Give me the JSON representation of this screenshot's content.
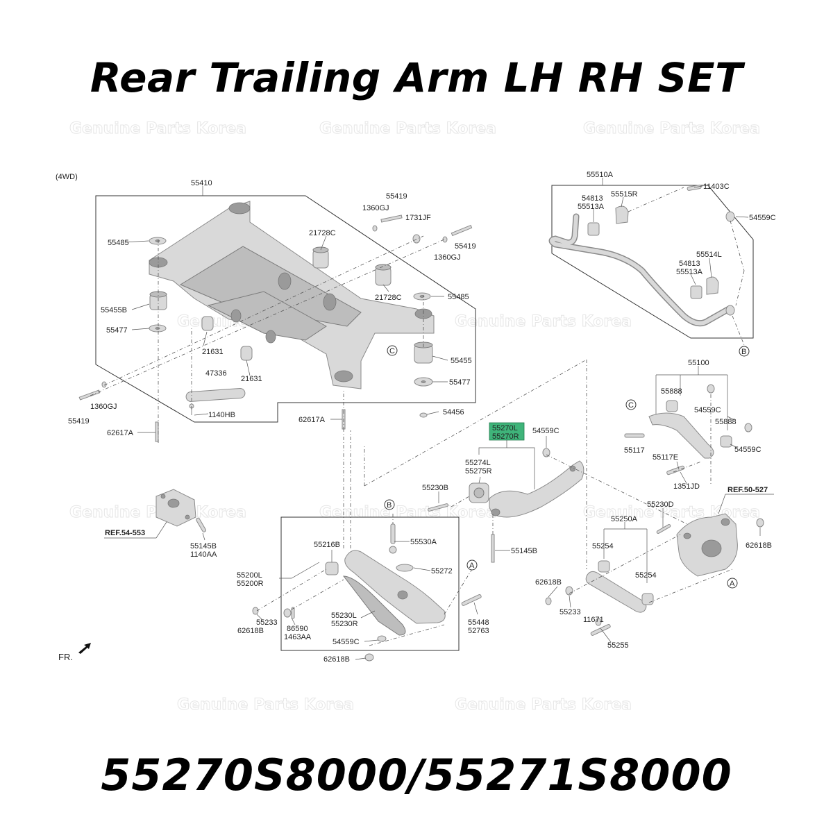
{
  "header": {
    "title": "Rear Trailing Arm LH RH SET"
  },
  "footer": {
    "part_numbers": "55270S8000/55271S8000"
  },
  "watermark": {
    "text": "Genuine Parts Korea"
  },
  "variant": "(4WD)",
  "direction_label": "FR.",
  "highlight_color": "#3fb47a",
  "highlighted_label": [
    "55270L",
    "55270R"
  ],
  "callouts": {
    "c55410": "55410",
    "c55419a": "55419",
    "c1360gja": "1360GJ",
    "c1731jf": "1731JF",
    "c55419b": "55419",
    "c1360gjb": "1360GJ",
    "c55485a": "55485",
    "c21728ca": "21728C",
    "c21728cb": "21728C",
    "c55485b": "55485",
    "c55455b": "55455B",
    "c55477a": "55477",
    "c21631a": "21631",
    "c21631b": "21631",
    "c55455": "55455",
    "c55477b": "55477",
    "c47336": "47336",
    "c1140hb": "1140HB",
    "c55419c": "55419",
    "c1360gjc": "1360GJ",
    "c62617aa": "62617A",
    "c62617ab": "62617A",
    "c54456": "54456",
    "c55510a": "55510A",
    "c11403c": "11403C",
    "c54813a": "54813",
    "c55513aa": "55513A",
    "c55515r": "55515R",
    "c54559ca": "54559C",
    "c55514l": "55514L",
    "c54813b": "54813",
    "c55513ab": "55513A",
    "c55100": "55100",
    "c55888a": "55888",
    "c54559cb": "54559C",
    "c55888b": "55888",
    "c55117": "55117",
    "c55117e": "55117E",
    "c54559cc": "54559C",
    "c1351jd": "1351JD",
    "c54559cd": "54559C",
    "c55274l": "55274L",
    "c55275r": "55275R",
    "c55230b": "55230B",
    "c55145ba": "55145B",
    "c55145bb": "55145B",
    "c1140aa": "1140AA",
    "ref54": "REF.54-553",
    "ref50": "REF.50-527",
    "c55230d": "55230D",
    "c55250a": "55250A",
    "c55254a": "55254",
    "c55254b": "55254",
    "c62618ba": "62618B",
    "c62618bb": "62618B",
    "c55233a": "55233",
    "c11671": "11671",
    "c55255": "55255",
    "c55216b": "55216B",
    "c55530a": "55530A",
    "c55272": "55272",
    "c55200l": "55200L",
    "c55200r": "55200R",
    "c55233b": "55233",
    "c62618bc": "62618B",
    "c86590": "86590",
    "c1463aa": "1463AA",
    "c55230l": "55230L",
    "c55230r": "55230R",
    "c54559ce": "54559C",
    "c55448": "55448",
    "c52763": "52763",
    "c62618bd": "62618B",
    "refA1": "A",
    "refA2": "A",
    "refB1": "B",
    "refB2": "B",
    "refC1": "C",
    "refC2": "C"
  }
}
